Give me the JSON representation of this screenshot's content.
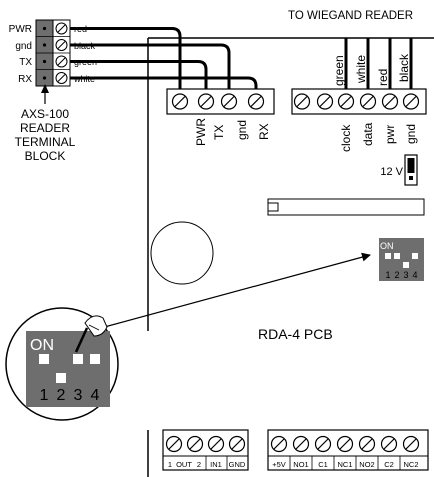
{
  "reader": {
    "rows": [
      {
        "label": "PWR",
        "wire": "red"
      },
      {
        "label": "gnd",
        "wire": "black"
      },
      {
        "label": "TX",
        "wire": "green"
      },
      {
        "label": "RX",
        "wire": "white"
      }
    ],
    "caption": [
      "AXS-100",
      "READER",
      "TERMINAL",
      "BLOCK"
    ]
  },
  "wiegand": {
    "title": "TO WIEGAND READER",
    "wires": [
      "green",
      "white",
      "red",
      "black"
    ],
    "terminals": [
      "clock",
      "data",
      "pwr",
      "gnd"
    ]
  },
  "reader_port": {
    "terminals": [
      "PWR",
      "TX",
      "gnd",
      "RX"
    ]
  },
  "jumper": {
    "label": "12 V"
  },
  "dip": {
    "label": "ON",
    "numbers": [
      "1",
      "2",
      "3",
      "4"
    ],
    "positions": [
      "on",
      "on",
      "off",
      "on"
    ]
  },
  "board": {
    "title": "RDA-4 PCB"
  },
  "io_block": {
    "terminals": [
      "1",
      "OUT",
      "2",
      "IN1",
      "GND"
    ]
  },
  "relay_block": {
    "terminals": [
      "+5V",
      "NO1",
      "C1",
      "NC1",
      "NO2",
      "C2",
      "NC2"
    ]
  }
}
